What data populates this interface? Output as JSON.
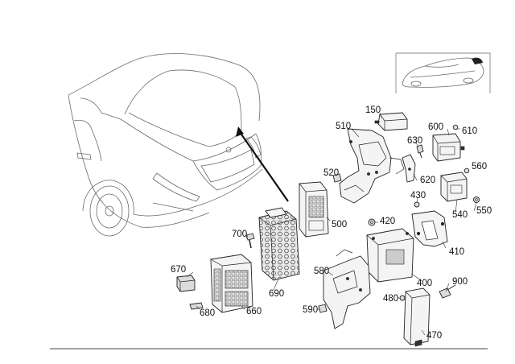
{
  "labels": {
    "p150": "150",
    "p510": "510",
    "p600": "600",
    "p610": "610",
    "p630": "630",
    "p560": "560",
    "p520": "520",
    "p620": "620",
    "p430": "430",
    "p540": "540",
    "p550": "550",
    "p500": "500",
    "p420": "420",
    "p410": "410",
    "p700": "700",
    "p580": "580",
    "p670": "670",
    "p690": "690",
    "p400": "400",
    "p900": "900",
    "p680": "680",
    "p660": "660",
    "p590": "590",
    "p480": "480",
    "p470": "470"
  }
}
